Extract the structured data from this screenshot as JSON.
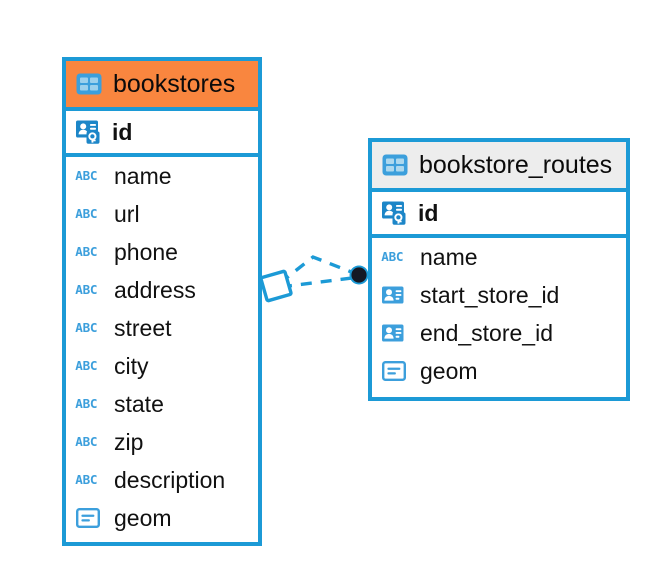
{
  "diagram": {
    "type": "entity-relationship-diagram",
    "background": "#ffffff",
    "colors": {
      "border": "#1C9AD6",
      "accent_header": "#F9863F",
      "neutral_header": "#EDEDED",
      "icon_blue": "#3C9FDC",
      "connector": "#1C9AD6",
      "endpoint": "#141824",
      "text": "#111111"
    }
  },
  "entities": [
    {
      "name": "bookstores",
      "header_style": "accent",
      "header_icon": "table-icon",
      "primary_key": {
        "label": "id",
        "icon": "primary-key-icon"
      },
      "fields": [
        {
          "label": "name",
          "icon": "abc-icon",
          "type": "text"
        },
        {
          "label": "url",
          "icon": "abc-icon",
          "type": "text"
        },
        {
          "label": "phone",
          "icon": "abc-icon",
          "type": "text"
        },
        {
          "label": "address",
          "icon": "abc-icon",
          "type": "text"
        },
        {
          "label": "street",
          "icon": "abc-icon",
          "type": "text"
        },
        {
          "label": "city",
          "icon": "abc-icon",
          "type": "text"
        },
        {
          "label": "state",
          "icon": "abc-icon",
          "type": "text"
        },
        {
          "label": "zip",
          "icon": "abc-icon",
          "type": "text"
        },
        {
          "label": "description",
          "icon": "abc-icon",
          "type": "text"
        },
        {
          "label": "geom",
          "icon": "geometry-icon",
          "type": "geometry"
        }
      ]
    },
    {
      "name": "bookstore_routes",
      "header_style": "neutral",
      "header_icon": "table-icon",
      "primary_key": {
        "label": "id",
        "icon": "primary-key-icon"
      },
      "fields": [
        {
          "label": "name",
          "icon": "abc-icon",
          "type": "text"
        },
        {
          "label": "start_store_id",
          "icon": "foreign-key-icon",
          "type": "foreign-key"
        },
        {
          "label": "end_store_id",
          "icon": "foreign-key-icon",
          "type": "foreign-key"
        },
        {
          "label": "geom",
          "icon": "geometry-icon",
          "type": "geometry"
        }
      ]
    }
  ],
  "relationship": {
    "from_entity": "bookstores",
    "to_entity": "bookstore_routes",
    "source_marker": "diamond-marker",
    "target_marker": "filled-circle-marker",
    "line_style": "dashed",
    "branch_count": 2
  },
  "icon_glyphs": {
    "abc": "ABC"
  }
}
